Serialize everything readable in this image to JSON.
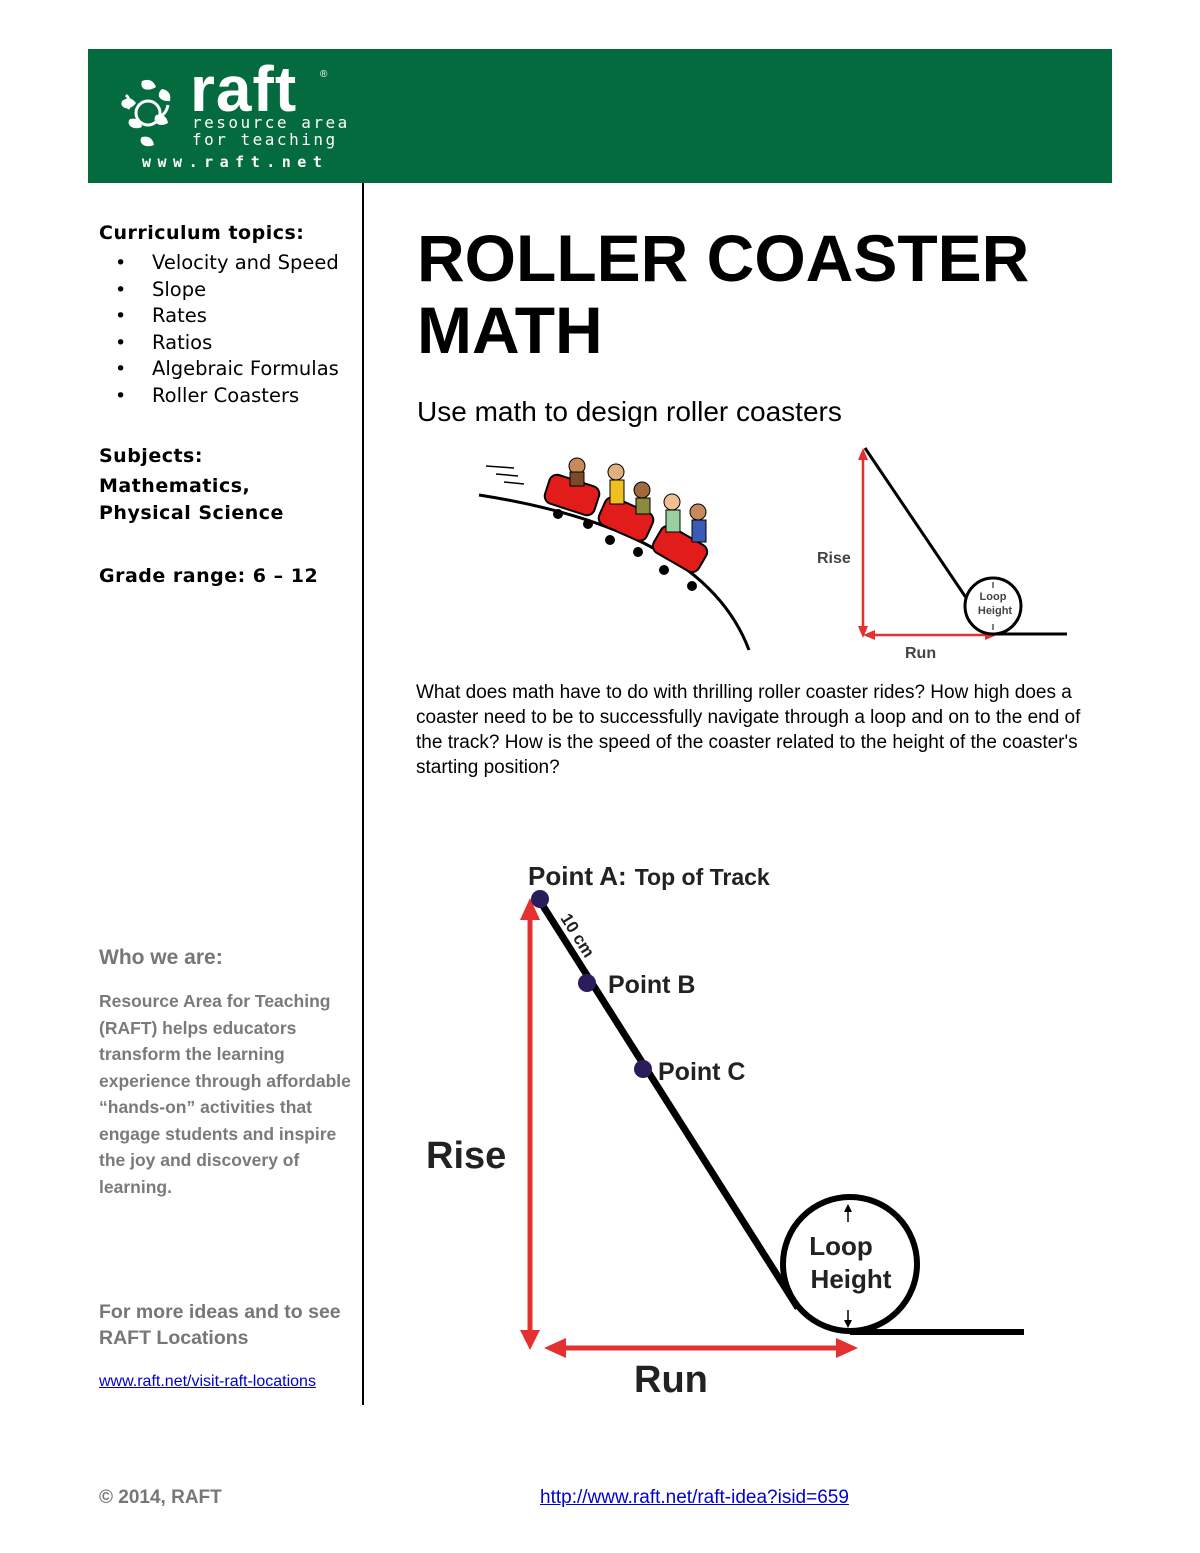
{
  "header": {
    "logo_word": "raft",
    "logo_mark": "®",
    "logo_line1": "resource area",
    "logo_line2": "for teaching",
    "logo_url": "www.raft.net",
    "bg_color": "#046b3f"
  },
  "sidebar": {
    "topics_heading": "Curriculum topics:",
    "topics": [
      "Velocity and Speed",
      "Slope",
      "Rates",
      "Ratios",
      "Algebraic Formulas",
      "Roller Coasters"
    ],
    "subjects_heading": "Subjects:",
    "subjects_line1": "Mathematics,",
    "subjects_line2": "Physical Science",
    "grade_range": "Grade range: 6 – 12",
    "who_heading": "Who we are:",
    "who_text": "Resource Area for Teaching (RAFT) helps educators transform the learning experience through affordable “hands-on” activities that engage students and inspire the joy and discovery of learning.",
    "more_text": "For more ideas and to see RAFT Locations",
    "more_link": "www.raft.net/visit-raft-locations"
  },
  "main": {
    "title_line1": "ROLLER COASTER",
    "title_line2": "MATH",
    "subtitle": "Use math to design roller coasters",
    "intro": "What does math have to do with thrilling roller coaster rides?  How high does a coaster need to be to successfully navigate through a loop and on to the end of the track?  How is the speed of the coaster related to the height of the coaster's starting position?"
  },
  "small_diagram": {
    "rise": "Rise",
    "run": "Run",
    "loop_line1": "Loop",
    "loop_line2": "Height"
  },
  "big_diagram": {
    "point_a_bold": "Point A:",
    "point_a_rest": "Top of Track",
    "distance": "10 cm",
    "point_b": "Point B",
    "point_c": "Point C",
    "rise": "Rise",
    "run": "Run",
    "loop_line1": "Loop",
    "loop_line2": "Height",
    "arrow_color": "#e53030",
    "dot_color": "#2b1c5c"
  },
  "footer": {
    "copyright": "© 2014, RAFT",
    "url": "http://www.raft.net/raft-idea?isid=659"
  }
}
